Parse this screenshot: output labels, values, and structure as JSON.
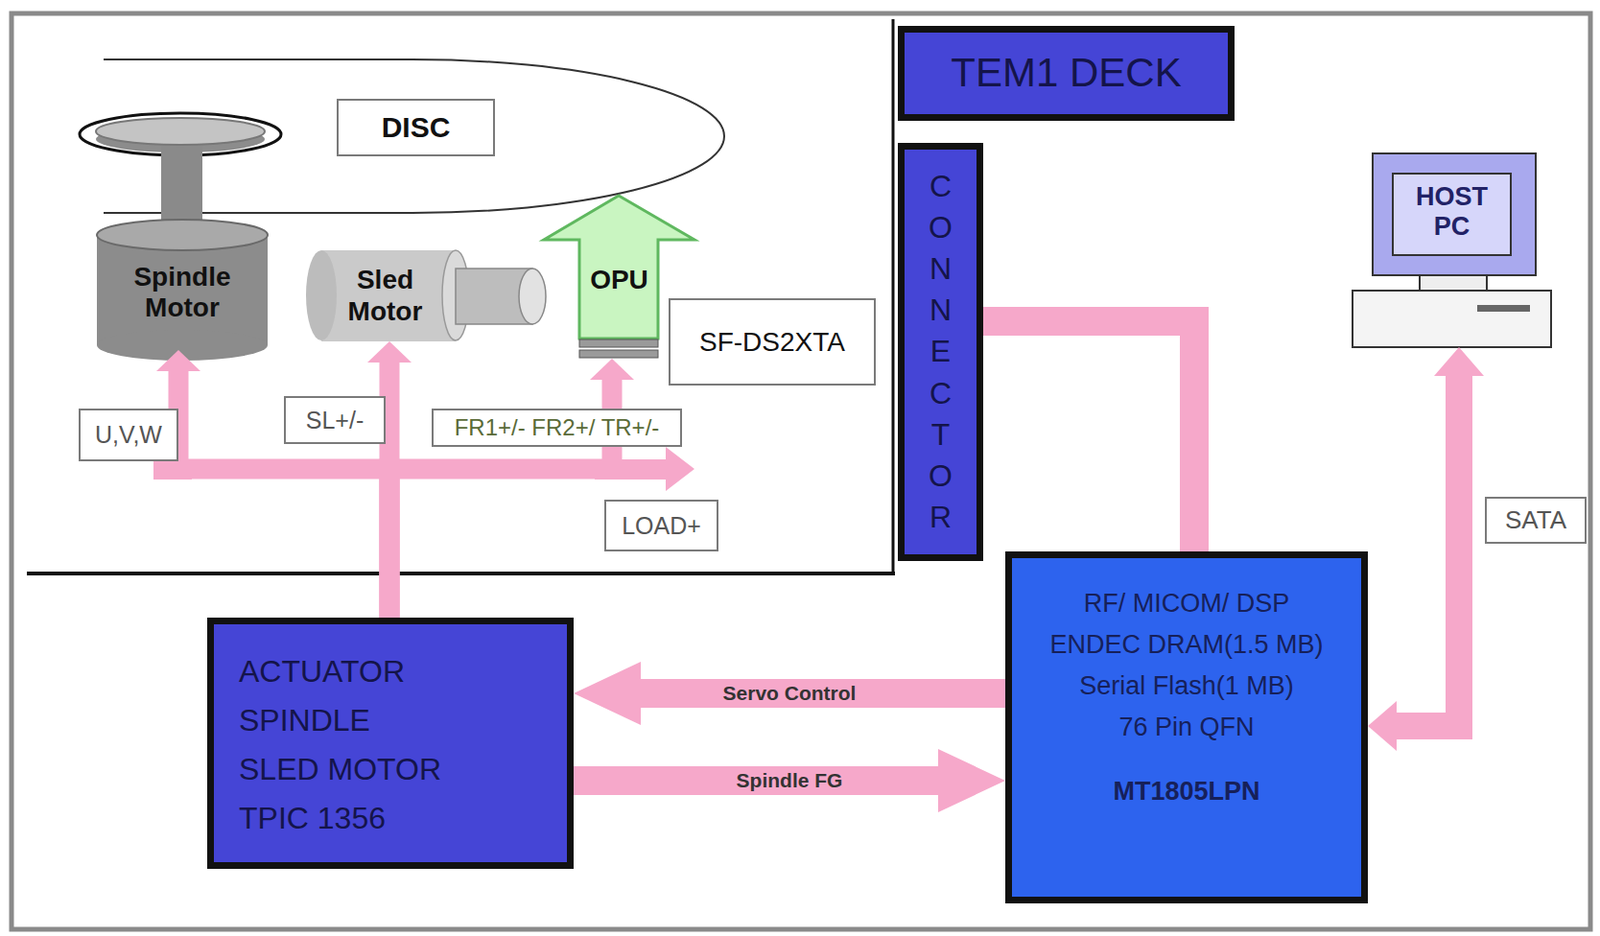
{
  "diagram": {
    "nodes": [
      {
        "text": [
          "TEM1 DECK"
        ]
      },
      {
        "text": [
          "Spindle Motor"
        ]
      },
      {
        "text": [
          "Sled Motor"
        ]
      },
      {
        "text": [
          "OPU"
        ]
      },
      {
        "text": [
          "CONNECTOR"
        ]
      },
      {
        "text": [
          "HOST PC"
        ]
      },
      {
        "text": [
          "ACTUATOR",
          "SPINDLE",
          "SLED MOTOR",
          "TPIC 1356"
        ]
      },
      {
        "text": [
          "RF/ MICOM/ DSP",
          "ENDEC DRAM(1.5 MB)",
          "Serial Flash(1 MB)",
          "76 Pin QFN",
          "MT1805LPN"
        ]
      }
    ],
    "edges": [
      {
        "from": 6,
        "to": 1,
        "arrow": "to"
      },
      {
        "from": 6,
        "to": 2,
        "arrow": "to"
      },
      {
        "from": 6,
        "to": 3,
        "arrow": "to"
      },
      {
        "from": 4,
        "to": 7,
        "arrow": "none"
      },
      {
        "from": 7,
        "to": 6,
        "label": "Servo Control",
        "arrow": "to"
      },
      {
        "from": 6,
        "to": 7,
        "label": "Spindle FG",
        "arrow": "to"
      },
      {
        "from": 5,
        "to": 7,
        "arrow": "both"
      }
    ],
    "labels": [
      "DISC",
      "SF-DS2XTA",
      "U,V,W",
      "SL+/-",
      "FR1+/- FR2+/ TR+/-",
      "LOAD+",
      "SATA"
    ]
  }
}
